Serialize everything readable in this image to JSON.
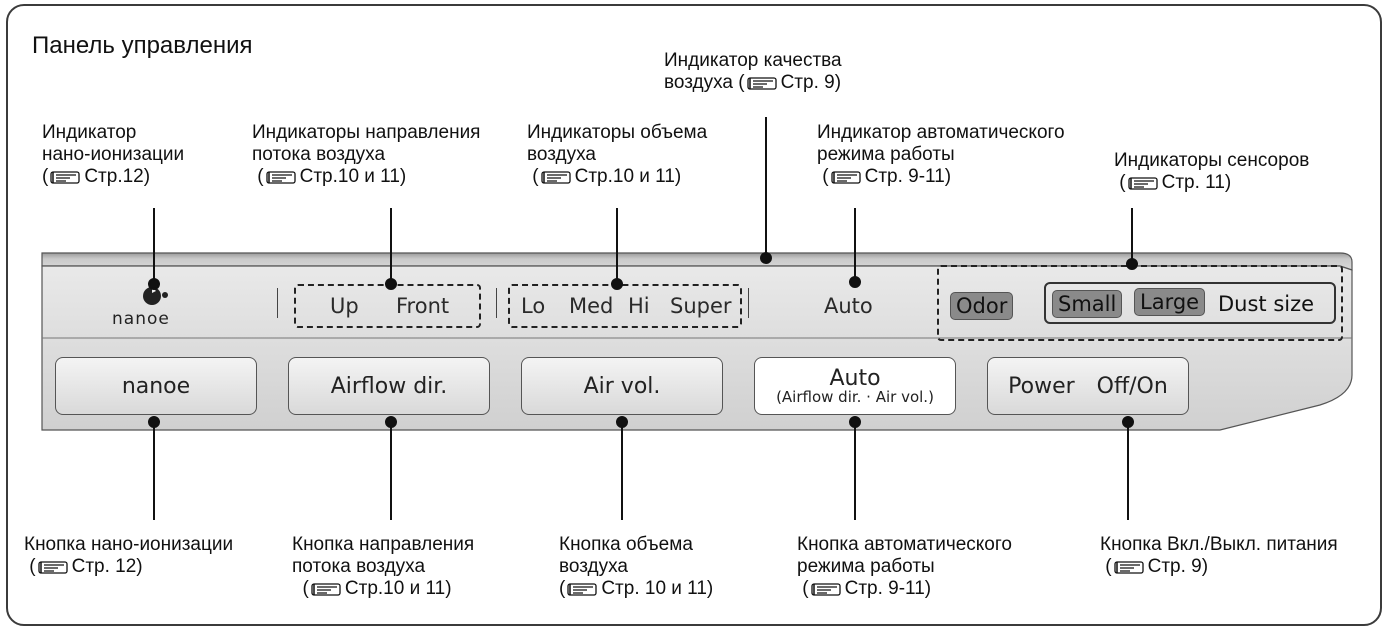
{
  "title": "Панель управления",
  "callouts": {
    "nanoe_ind": {
      "l1": "Индикатор",
      "l2": "нано-ионизации",
      "ref": "Стр.12"
    },
    "airflow_ind": {
      "l1": "Индикаторы направления",
      "l2": "потока воздуха",
      "ref": "Стр.10 и 11"
    },
    "volume_ind": {
      "l1": "Индикаторы объема",
      "l2": "воздуха",
      "ref": "Стр.10 и 11"
    },
    "quality_ind": {
      "l1": "Индикатор качества",
      "l2": "воздуха (",
      "ref": "Стр. 9)"
    },
    "auto_ind": {
      "l1": "Индикатор автоматического",
      "l2": "режима работы",
      "ref": "Стр. 9-11"
    },
    "sensor_ind": {
      "l1": "Индикаторы сенсоров",
      "ref": "Стр. 11"
    },
    "nanoe_btn": {
      "l1": "Кнопка нано-ионизации",
      "ref": "Стр. 12"
    },
    "airflow_btn": {
      "l1": "Кнопка направления",
      "l2": "потока воздуха",
      "ref": "Стр.10 и 11"
    },
    "volume_btn": {
      "l1": "Кнопка объема",
      "l2": "воздуха",
      "ref": "Стр. 10 и 11"
    },
    "auto_btn": {
      "l1": "Кнопка автоматического",
      "l2": "режима работы",
      "ref": "Стр. 9-11"
    },
    "power_btn": {
      "l1": "Кнопка Вкл./Выкл. питания",
      "ref": "Стр. 9"
    }
  },
  "panel": {
    "logo_word": "nanoe",
    "airflow": [
      "Up",
      "Front"
    ],
    "volume": [
      "Lo",
      "Med",
      "Hi",
      "Super"
    ],
    "auto": "Auto",
    "odor": "Odor",
    "small": "Small",
    "large": "Large",
    "dust_size": "Dust size"
  },
  "buttons": {
    "nanoe": "nanoe",
    "airflow": "Airflow dir.",
    "airvol": "Air vol.",
    "auto_main": "Auto",
    "auto_sub": "(Airflow dir. · Air vol.)",
    "power": "Power",
    "offon": "Off/On"
  },
  "colors": {
    "panel_top": "#d6d6d6",
    "panel_face": "#e6e6e6",
    "dark_pill": "#8a8a8a"
  },
  "icons": [
    "reference-hand-icon",
    "nanoe-logo-icon"
  ]
}
